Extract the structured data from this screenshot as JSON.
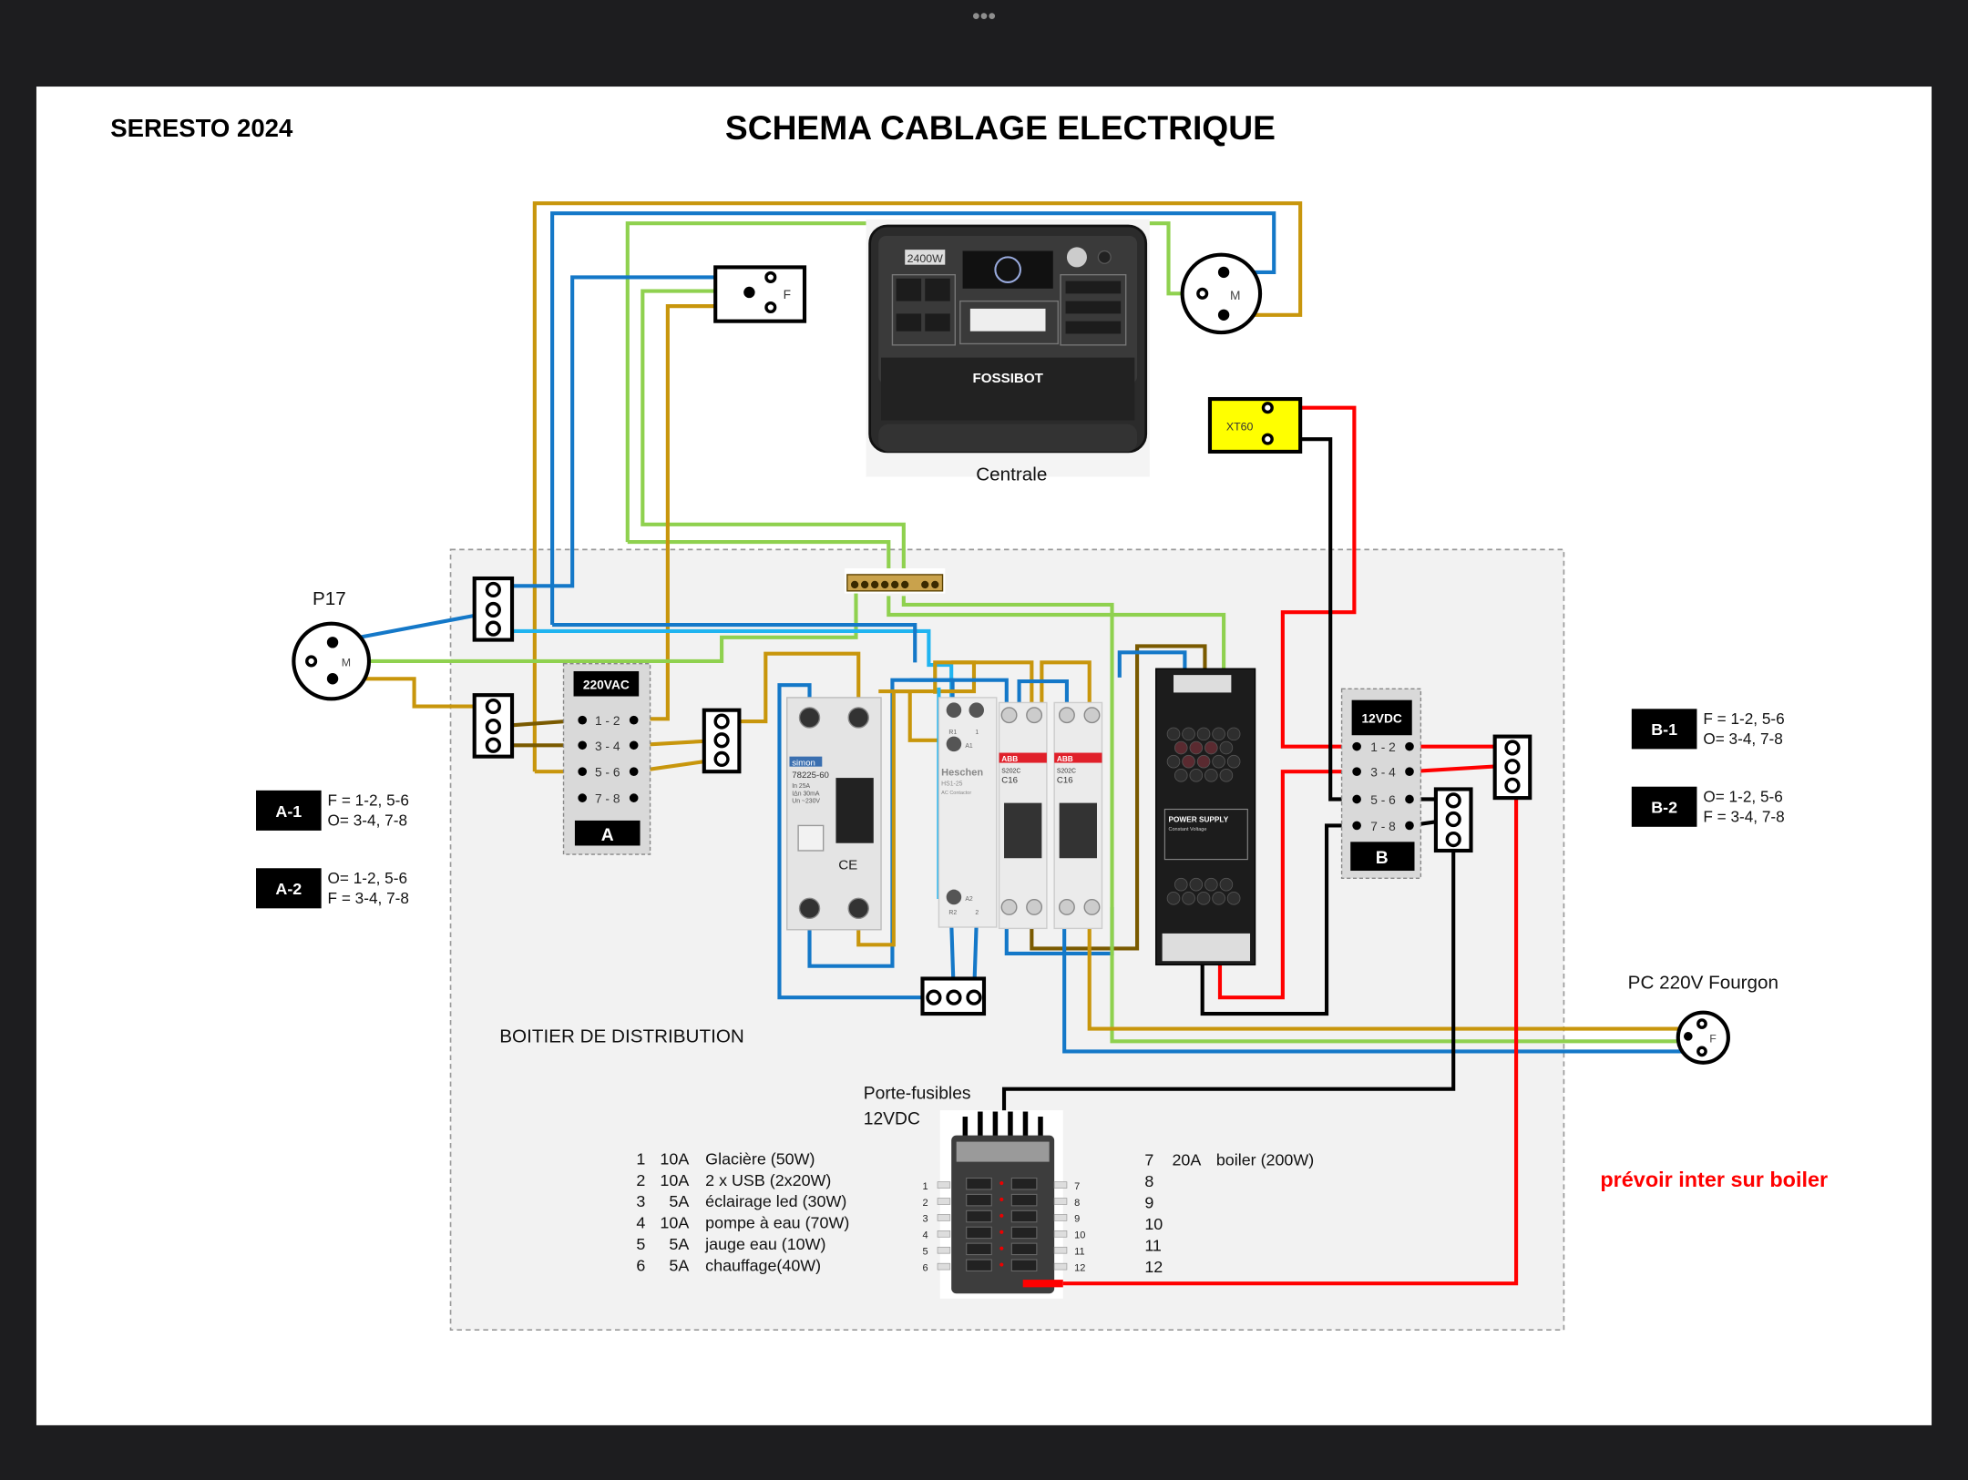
{
  "window": {
    "menu_dots": "•••"
  },
  "header": {
    "project": "SERESTO 2024",
    "title": "SCHEMA CABLAGE ELECTRIQUE"
  },
  "colors": {
    "phase": "#c8960c",
    "neutral": "#1478c8",
    "neutral_alt": "#20b4f0",
    "earth": "#8fd14f",
    "dc_positive": "#ff0000",
    "dc_negative": "#000000",
    "note": "#ff0000",
    "xt60": "#ffff00"
  },
  "components": {
    "centrale": {
      "label": "Centrale",
      "brand": "FOSSIBOT",
      "power": "2400W"
    },
    "socket_f_top": {
      "label": "F"
    },
    "socket_m_top": {
      "label": "M"
    },
    "xt60": {
      "label": "XT60"
    },
    "p17": {
      "label": "P17",
      "pin": "M"
    },
    "pc_fourgon": {
      "label": "PC 220V Fourgon",
      "pin": "F"
    },
    "switch_a": {
      "header": "220VAC",
      "name": "A",
      "rows": [
        "1 - 2",
        "3 - 4",
        "5 - 6",
        "7 - 8"
      ]
    },
    "switch_b": {
      "header": "12VDC",
      "name": "B",
      "rows": [
        "1 - 2",
        "3 - 4",
        "5 - 6",
        "7 - 8"
      ]
    },
    "rcd": {
      "brand": "simon",
      "model": "78225-60",
      "specs": [
        "In 25A",
        "IΔn 30mA",
        "Un ~230V"
      ],
      "marks": "CE"
    },
    "contactor": {
      "brand": "Heschen",
      "model": "HS1-25",
      "type": "AC Contactor",
      "terms": [
        "R1",
        "1",
        "A1",
        "A2",
        "R2",
        "2"
      ]
    },
    "breakers": [
      {
        "brand": "ABB",
        "model": "S202C",
        "rating": "C16"
      },
      {
        "brand": "ABB",
        "model": "S202C",
        "rating": "C16"
      }
    ],
    "psu": {
      "title": "POWER SUPPLY",
      "subtitle": "Constant Voltage"
    },
    "distribution_box": {
      "label": "BOITIER DE DISTRIBUTION"
    },
    "fuse_holder": {
      "label_line1": "Porte-fusibles",
      "label_line2": "12VDC",
      "left_numbers": [
        "1",
        "2",
        "3",
        "4",
        "5",
        "6"
      ],
      "right_numbers": [
        "7",
        "8",
        "9",
        "10",
        "11",
        "12"
      ]
    }
  },
  "legend_a": [
    {
      "tag": "A-1",
      "line1": "F = 1-2, 5-6",
      "line2": "O= 3-4, 7-8"
    },
    {
      "tag": "A-2",
      "line1": "O= 1-2, 5-6",
      "line2": "F = 3-4, 7-8"
    }
  ],
  "legend_b": [
    {
      "tag": "B-1",
      "line1": "F = 1-2, 5-6",
      "line2": "O= 3-4, 7-8"
    },
    {
      "tag": "B-2",
      "line1": "O= 1-2, 5-6",
      "line2": "F = 3-4, 7-8"
    }
  ],
  "fuses_left": [
    {
      "num": "1",
      "amps": "10A",
      "load": "Glacière (50W)"
    },
    {
      "num": "2",
      "amps": "10A",
      "load": "2 x USB (2x20W)"
    },
    {
      "num": "3",
      "amps": "5A",
      "load": "éclairage led (30W)"
    },
    {
      "num": "4",
      "amps": "10A",
      "load": "pompe à eau (70W)"
    },
    {
      "num": "5",
      "amps": "5A",
      "load": "jauge eau (10W)"
    },
    {
      "num": "6",
      "amps": "5A",
      "load": "chauffage(40W)"
    }
  ],
  "fuses_right": [
    {
      "num": "7",
      "amps": "20A",
      "load": "boiler (200W)"
    },
    {
      "num": "8",
      "amps": "",
      "load": ""
    },
    {
      "num": "9",
      "amps": "",
      "load": ""
    },
    {
      "num": "10",
      "amps": "",
      "load": ""
    },
    {
      "num": "11",
      "amps": "",
      "load": ""
    },
    {
      "num": "12",
      "amps": "",
      "load": ""
    }
  ],
  "note": "prévoir inter sur boiler"
}
